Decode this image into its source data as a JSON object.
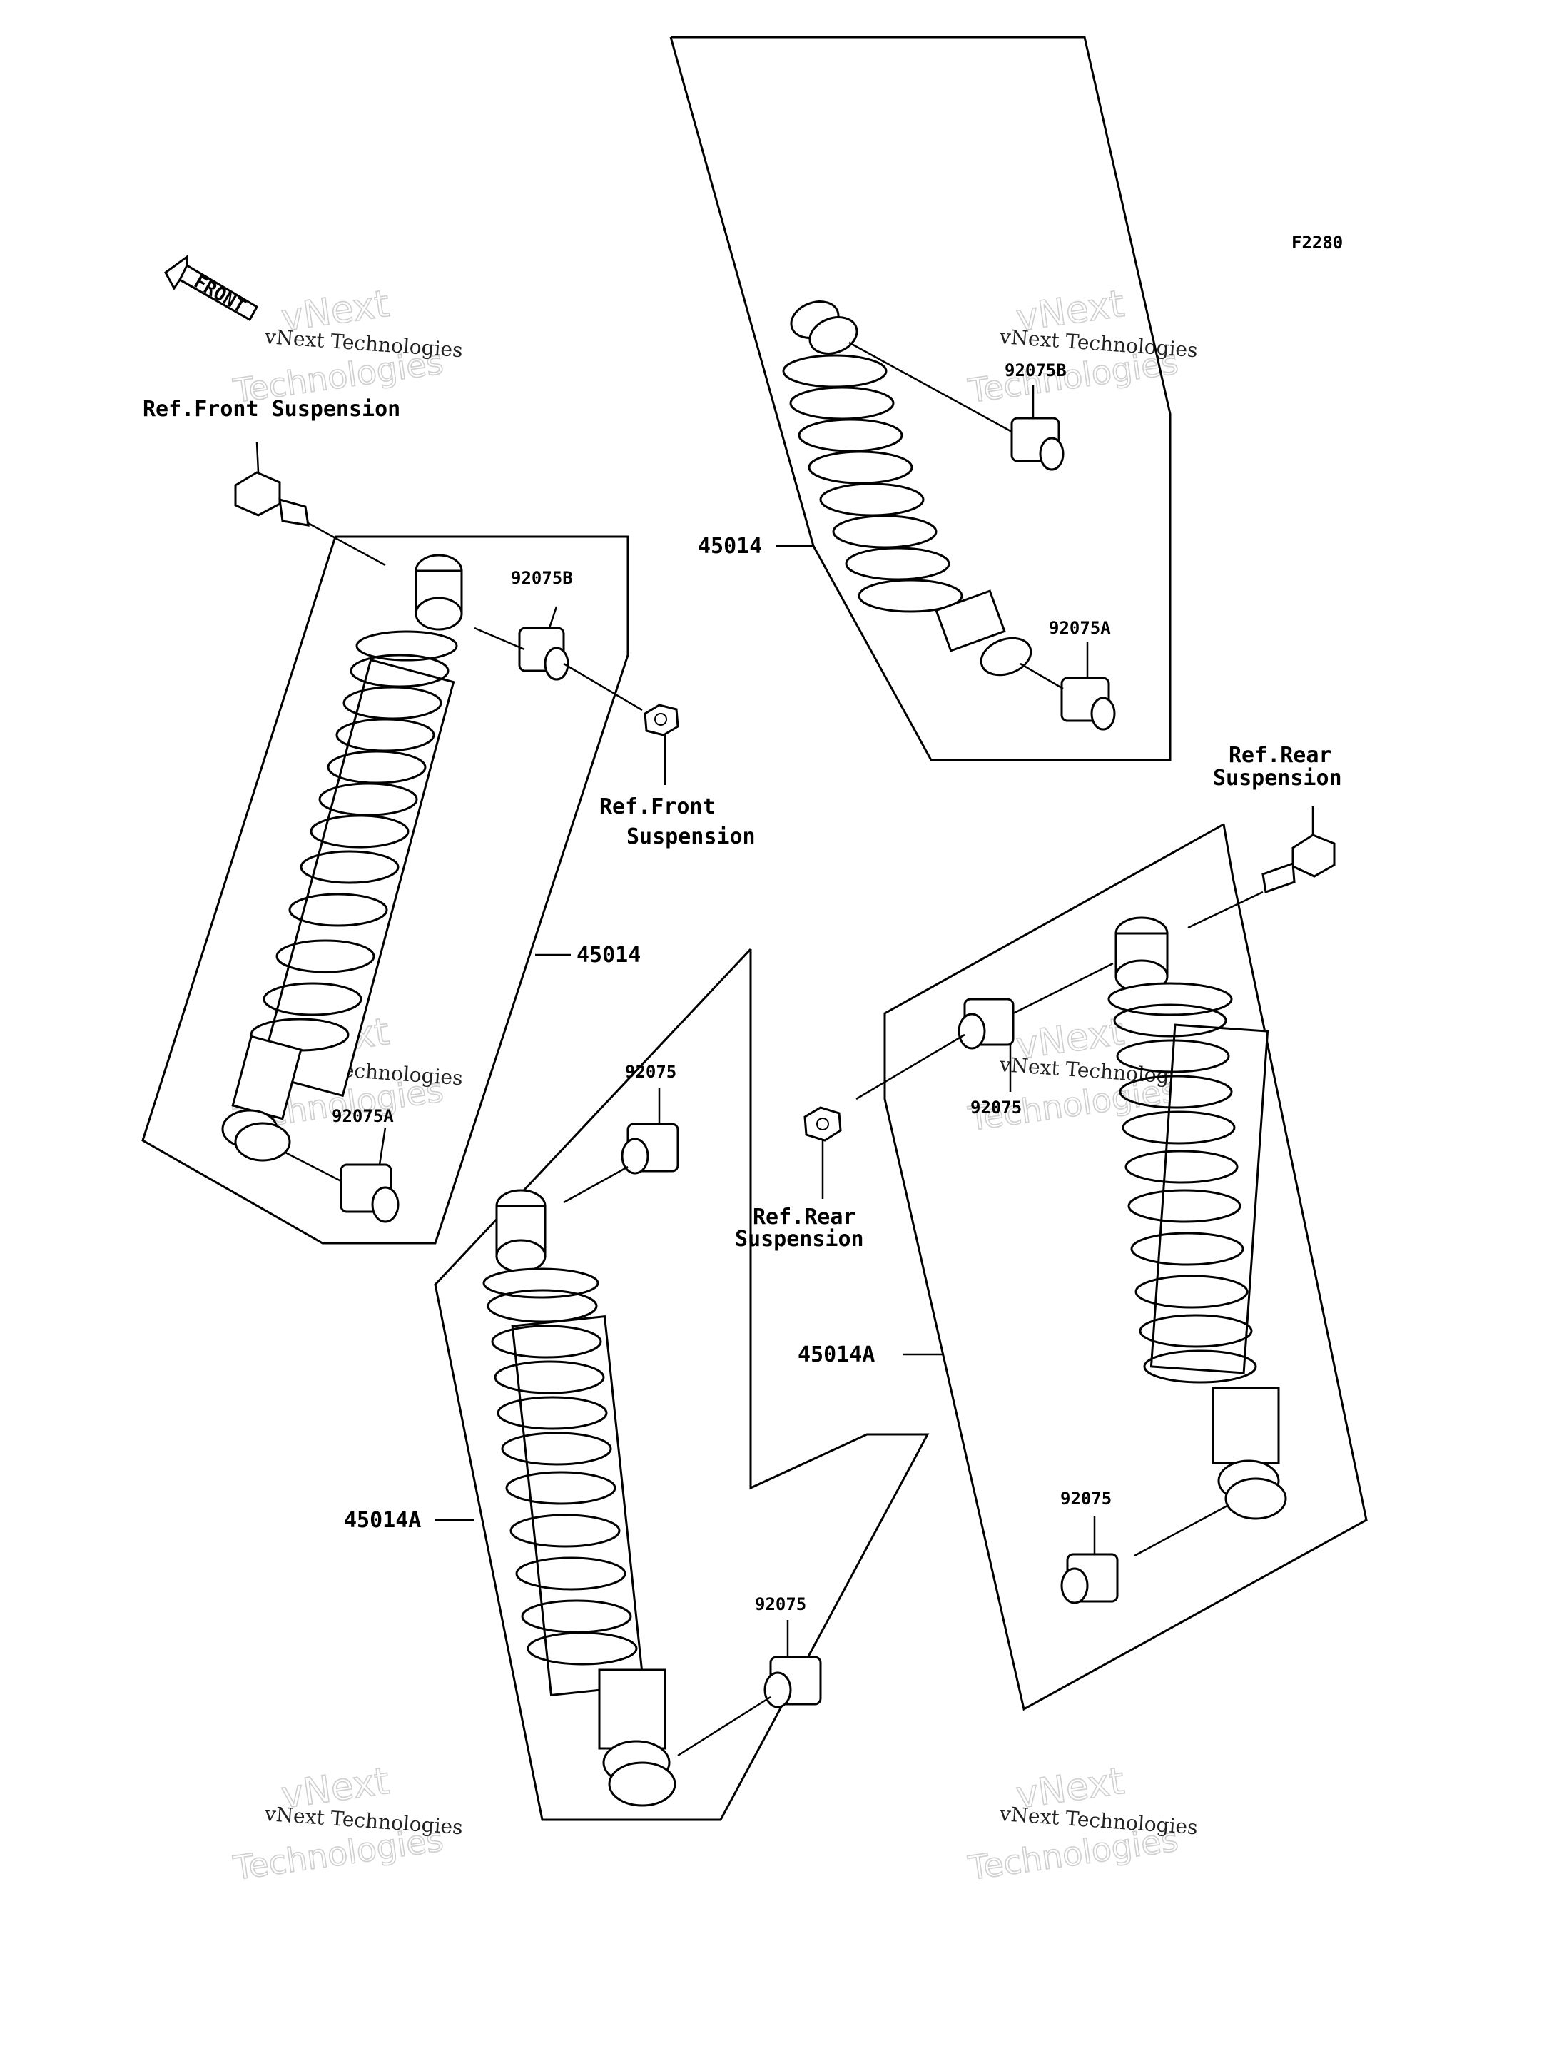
{
  "figure_code": "F2280",
  "direction_arrow": {
    "label": "FRONT",
    "icon": "front-direction-arrow-icon"
  },
  "watermark": {
    "line1": "vNext Technologies",
    "line2": "vNext",
    "line3": "Technologies"
  },
  "groups": [
    {
      "id": "front-left",
      "part_number": "45014",
      "parts": [
        {
          "code": "92075B"
        },
        {
          "code": "92075A"
        }
      ],
      "references": [
        {
          "text": "Ref.Front Suspension"
        },
        {
          "text_line1": "Ref.Front",
          "text_line2": "Suspension"
        }
      ]
    },
    {
      "id": "front-right",
      "part_number": "45014",
      "parts": [
        {
          "code": "92075B"
        },
        {
          "code": "92075A"
        }
      ]
    },
    {
      "id": "rear-left",
      "part_number": "45014A",
      "parts": [
        {
          "code": "92075"
        },
        {
          "code": "92075"
        }
      ]
    },
    {
      "id": "rear-right",
      "part_number": "45014A",
      "parts": [
        {
          "code": "92075"
        },
        {
          "code": "92075"
        }
      ],
      "references": [
        {
          "text_line1": "Ref.Rear",
          "text_line2": "Suspension"
        },
        {
          "text_line1": "Ref.Rear",
          "text_line2": "Suspension"
        }
      ]
    }
  ]
}
